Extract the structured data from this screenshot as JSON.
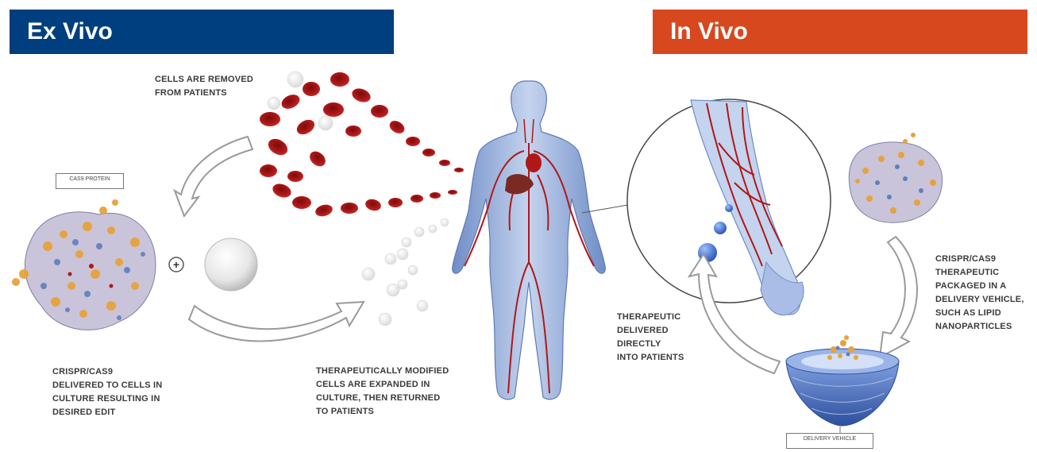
{
  "sections": {
    "ex_vivo": {
      "title": "Ex Vivo",
      "color": "#003f7f"
    },
    "in_vivo": {
      "title": "In Vivo",
      "color": "#d8481f"
    }
  },
  "labels": {
    "cas9_protein": "CAS9 PROTEIN",
    "delivery_vehicle": "DELIVERY VEHICLE"
  },
  "captions": {
    "cells_removed": "CELLS ARE REMOVED\nFROM PATIENTS",
    "crispr_delivered": "CRISPR/CAS9\nDELIVERED TO CELLS IN\nCULTURE RESULTING IN\nDESIRED EDIT",
    "cells_expanded": "THERAPEUTICALLY MODIFIED\nCELLS ARE EXPANDED IN\nCULTURE, THEN RETURNED\nTO PATIENTS",
    "delivered_directly": "THERAPEUTIC\nDELIVERED\nDIRECTLY\nINTO PATIENTS",
    "packaged": "CRISPR/CAS9\nTHERAPEUTIC\nPACKAGED IN A\nDELIVERY VEHICLE,\nSUCH AS LIPID\nNANOPARTICLES"
  },
  "symbols": {
    "plus": "+"
  },
  "colors": {
    "blood_red": "#9e1414",
    "body_blue": "#8aa6d8",
    "vessel_red": "#b01818",
    "arrow_stroke": "#9a9a9a",
    "protein_orange": "#e8a23a",
    "protein_blue": "#5f7fbf"
  }
}
